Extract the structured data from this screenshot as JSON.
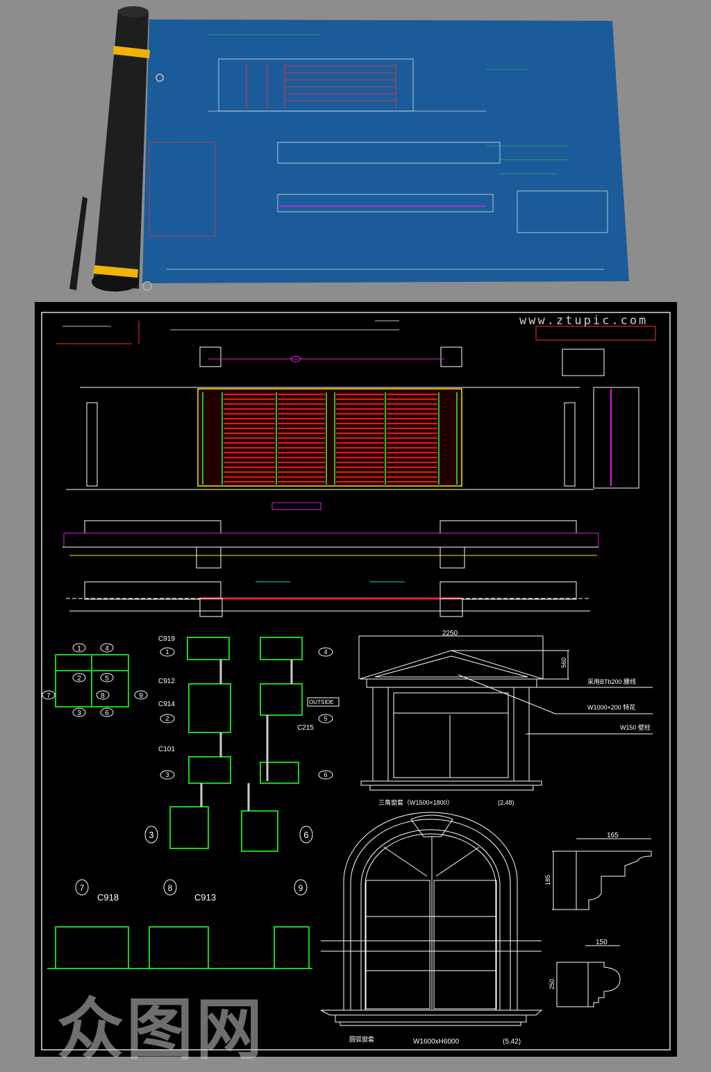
{
  "watermark": {
    "site": "www.ztupic.com",
    "logo_text": "众图网"
  },
  "colors": {
    "background": "#8d8d8d",
    "sheet_blue": "#1b5b9a",
    "cad_black": "#000000",
    "gate_red": "#cc1010",
    "profile_green": "#19d019",
    "line_white": "#ffffff",
    "magenta": "#e020e0"
  },
  "profiles": {
    "codes": [
      "C919",
      "C912",
      "C914",
      "C101",
      "C215",
      "C918",
      "C913"
    ],
    "outside_label": "OUTSIDE",
    "callouts": [
      "1",
      "2",
      "3",
      "4",
      "5",
      "6",
      "7",
      "8",
      "9"
    ]
  },
  "triangle_window": {
    "width_dim": "2250",
    "height_dim": "560",
    "notes": [
      "采用BTb200 腰线",
      "W1000×200 特花",
      "W150 壁柱"
    ],
    "caption": "三角窗套（W1500×1800）",
    "area": "(2.48)"
  },
  "arched_window": {
    "caption": "圆弧窗套",
    "size": "W1600xH6000",
    "area": "(5.42)",
    "detail_a": {
      "width": "165",
      "height": "185"
    },
    "detail_b": {
      "width": "150",
      "height": "250"
    }
  }
}
